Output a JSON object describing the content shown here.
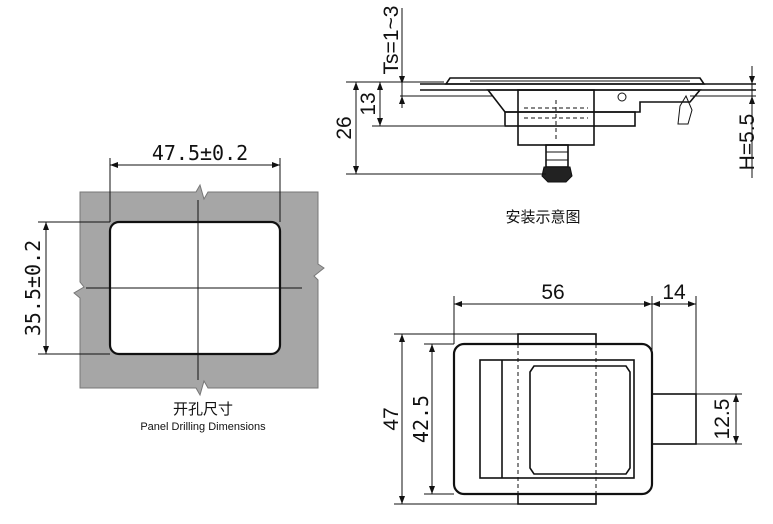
{
  "panel": {
    "dim_width": "47.5±0.2",
    "dim_height": "35.5±0.2",
    "caption_zh": "开孔尺寸",
    "caption_en": "Panel Drilling Dimensions",
    "fill_color": "#a6a6a6"
  },
  "install": {
    "dim_ts": "Ts=1~3",
    "dim_13": "13",
    "dim_26": "26",
    "dim_h": "H=5.5",
    "caption_zh": "安装示意图"
  },
  "front": {
    "dim_56": "56",
    "dim_14": "14",
    "dim_47": "47",
    "dim_425": "42.5",
    "dim_125": "12.5"
  }
}
